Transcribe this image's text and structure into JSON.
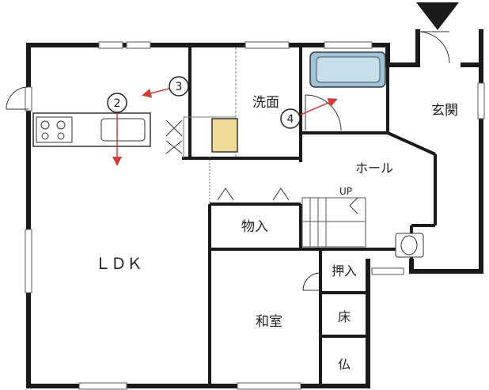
{
  "rooms": {
    "ldk": "ＬＤＫ",
    "washroom": "洗面",
    "hall": "ホール",
    "entrance": "玄関",
    "storage": "物入",
    "oshiire": "押入",
    "washitsu": "和室",
    "tokonoma": "床",
    "butsuma": "仏"
  },
  "stairs": {
    "up_label": "UP"
  },
  "markers": [
    {
      "num": "2"
    },
    {
      "num": "3"
    },
    {
      "num": "4"
    }
  ],
  "colors": {
    "wall": "#1a1a1a",
    "arrow": "#d33a3a",
    "bathtub": "#9fc3d8",
    "vanity": "#f0dc9a"
  },
  "icons": {
    "north": "north-arrow-icon"
  }
}
